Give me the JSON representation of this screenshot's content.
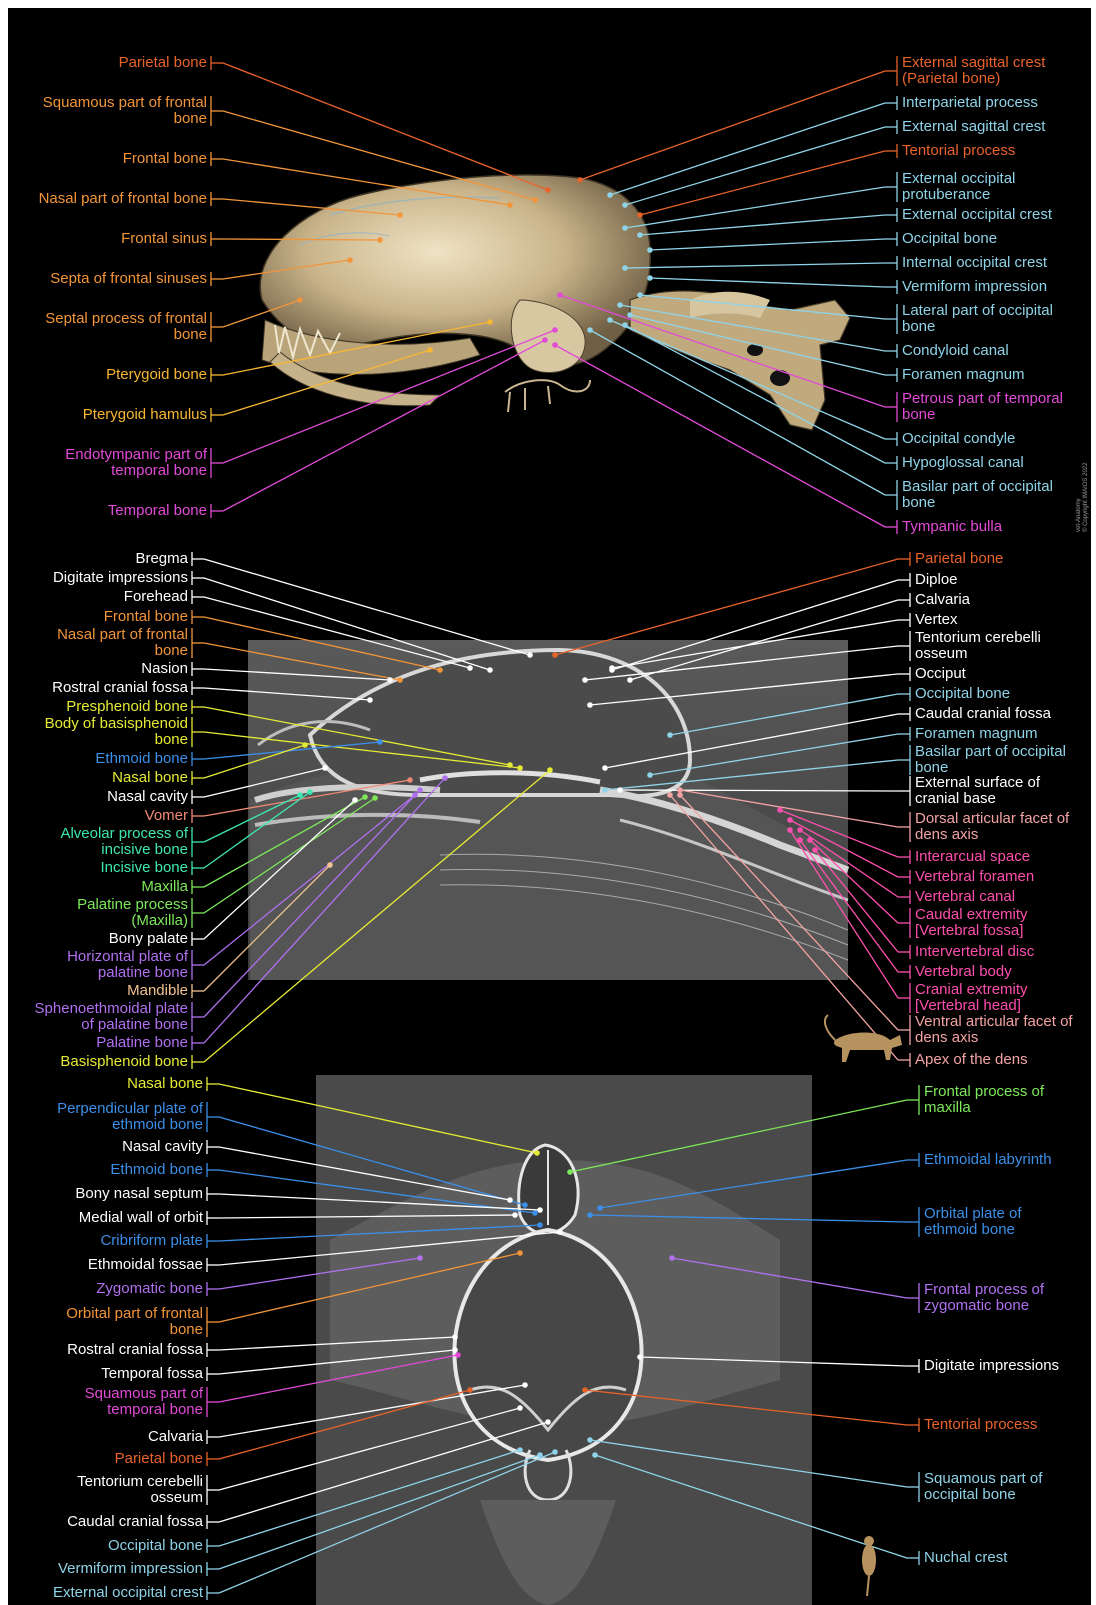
{
  "watermark": "vet-Anatomy\n© Copyright IMAIOS 2022",
  "colors": {
    "orange": "#e8632a",
    "light_orange": "#f2953a",
    "yellow_orange": "#f7b733",
    "light_blue": "#8fd3e8",
    "magenta": "#e24ad8",
    "white": "#ffffff",
    "yellow": "#e5ea34",
    "blue": "#3b8fe8",
    "green": "#7de85a",
    "teal": "#3ee8b0",
    "salmon": "#f08a74",
    "purple": "#b070f0",
    "pink": "#ff4fae",
    "light_pink": "#f3a3a3",
    "peach": "#f2c291"
  },
  "panels": [
    {
      "name": "lateral-3d-skull",
      "left_labels": [
        {
          "text": "Parietal bone",
          "color": "orange"
        },
        {
          "text": "Squamous part of frontal\nbone",
          "color": "light_orange"
        },
        {
          "text": "Frontal bone",
          "color": "light_orange"
        },
        {
          "text": "Nasal part of frontal bone",
          "color": "light_orange"
        },
        {
          "text": "Frontal sinus",
          "color": "light_orange"
        },
        {
          "text": "Septa of frontal sinuses",
          "color": "light_orange"
        },
        {
          "text": "Septal process of frontal\nbone",
          "color": "light_orange"
        },
        {
          "text": "Pterygoid bone",
          "color": "yellow_orange"
        },
        {
          "text": "Pterygoid hamulus",
          "color": "yellow_orange"
        },
        {
          "text": "Endotympanic part of\ntemporal bone",
          "color": "magenta"
        },
        {
          "text": "Temporal bone",
          "color": "magenta"
        }
      ],
      "right_labels": [
        {
          "text": "External sagittal crest\n(Parietal bone)",
          "color": "orange"
        },
        {
          "text": "Interparietal process",
          "color": "light_blue"
        },
        {
          "text": "External sagittal crest",
          "color": "light_blue"
        },
        {
          "text": "Tentorial process",
          "color": "orange"
        },
        {
          "text": "External occipital\nprotuberance",
          "color": "light_blue"
        },
        {
          "text": "External occipital crest",
          "color": "light_blue"
        },
        {
          "text": "Occipital bone",
          "color": "light_blue"
        },
        {
          "text": "Internal occipital crest",
          "color": "light_blue"
        },
        {
          "text": "Vermiform impression",
          "color": "light_blue"
        },
        {
          "text": "Lateral part of occipital\nbone",
          "color": "light_blue"
        },
        {
          "text": "Condyloid canal",
          "color": "light_blue"
        },
        {
          "text": "Foramen magnum",
          "color": "light_blue"
        },
        {
          "text": "Petrous part of temporal\nbone",
          "color": "magenta"
        },
        {
          "text": "Occipital condyle",
          "color": "light_blue"
        },
        {
          "text": "Hypoglossal canal",
          "color": "light_blue"
        },
        {
          "text": "Basilar part of occipital\nbone",
          "color": "light_blue"
        },
        {
          "text": "Tympanic bulla",
          "color": "magenta"
        }
      ]
    },
    {
      "name": "sagittal-ct",
      "left_labels": [
        {
          "text": "Bregma",
          "color": "white"
        },
        {
          "text": "Digitate impressions",
          "color": "white"
        },
        {
          "text": "Forehead",
          "color": "white"
        },
        {
          "text": "Frontal bone",
          "color": "light_orange"
        },
        {
          "text": "Nasal part of frontal\nbone",
          "color": "light_orange"
        },
        {
          "text": "Nasion",
          "color": "white"
        },
        {
          "text": "Rostral cranial fossa",
          "color": "white"
        },
        {
          "text": "Presphenoid bone",
          "color": "yellow"
        },
        {
          "text": "Body of basisphenoid\nbone",
          "color": "yellow"
        },
        {
          "text": "Ethmoid bone",
          "color": "blue"
        },
        {
          "text": "Nasal bone",
          "color": "yellow"
        },
        {
          "text": "Nasal cavity",
          "color": "white"
        },
        {
          "text": "Vomer",
          "color": "salmon"
        },
        {
          "text": "Alveolar process of\nincisive bone",
          "color": "teal"
        },
        {
          "text": "Incisive bone",
          "color": "teal"
        },
        {
          "text": "Maxilla",
          "color": "green"
        },
        {
          "text": "Palatine process\n(Maxilla)",
          "color": "green"
        },
        {
          "text": "Bony palate",
          "color": "white"
        },
        {
          "text": "Horizontal plate of\npalatine bone",
          "color": "purple"
        },
        {
          "text": "Mandible",
          "color": "peach"
        },
        {
          "text": "Sphenoethmoidal plate\nof palatine bone",
          "color": "purple"
        },
        {
          "text": "Palatine bone",
          "color": "purple"
        },
        {
          "text": "Basisphenoid bone",
          "color": "yellow"
        }
      ],
      "right_labels": [
        {
          "text": "Parietal bone",
          "color": "orange"
        },
        {
          "text": "Diploe",
          "color": "white"
        },
        {
          "text": "Calvaria",
          "color": "white"
        },
        {
          "text": "Vertex",
          "color": "white"
        },
        {
          "text": "Tentorium cerebelli\nosseum",
          "color": "white"
        },
        {
          "text": "Occiput",
          "color": "white"
        },
        {
          "text": "Occipital bone",
          "color": "light_blue"
        },
        {
          "text": "Caudal cranial fossa",
          "color": "white"
        },
        {
          "text": "Foramen magnum",
          "color": "light_blue"
        },
        {
          "text": "Basilar part of occipital\nbone",
          "color": "light_blue"
        },
        {
          "text": "External surface of\ncranial base",
          "color": "white"
        },
        {
          "text": "Dorsal articular facet of\ndens axis",
          "color": "light_pink"
        },
        {
          "text": "Interarcual space",
          "color": "pink"
        },
        {
          "text": "Vertebral foramen",
          "color": "pink"
        },
        {
          "text": "Vertebral canal",
          "color": "pink"
        },
        {
          "text": "Caudal extremity\n[Vertebral fossa]",
          "color": "pink"
        },
        {
          "text": "Intervertebral disc",
          "color": "pink"
        },
        {
          "text": "Vertebral body",
          "color": "pink"
        },
        {
          "text": "Cranial extremity\n[Vertebral head]",
          "color": "pink"
        },
        {
          "text": "Ventral articular facet of\ndens axis",
          "color": "light_pink"
        },
        {
          "text": "Apex of the dens",
          "color": "light_pink"
        }
      ]
    },
    {
      "name": "axial-ct",
      "left_labels": [
        {
          "text": "Nasal bone",
          "color": "yellow"
        },
        {
          "text": "Perpendicular plate of\nethmoid bone",
          "color": "blue"
        },
        {
          "text": "Nasal cavity",
          "color": "white"
        },
        {
          "text": "Ethmoid bone",
          "color": "blue"
        },
        {
          "text": "Bony nasal septum",
          "color": "white"
        },
        {
          "text": "Medial wall of orbit",
          "color": "white"
        },
        {
          "text": "Cribriform plate",
          "color": "blue"
        },
        {
          "text": "Ethmoidal fossae",
          "color": "white"
        },
        {
          "text": "Zygomatic bone",
          "color": "purple"
        },
        {
          "text": "Orbital part of frontal\nbone",
          "color": "light_orange"
        },
        {
          "text": "Rostral cranial fossa",
          "color": "white"
        },
        {
          "text": "Temporal fossa",
          "color": "white"
        },
        {
          "text": "Squamous part of\ntemporal bone",
          "color": "magenta"
        },
        {
          "text": "Calvaria",
          "color": "white"
        },
        {
          "text": "Parietal bone",
          "color": "orange"
        },
        {
          "text": "Tentorium cerebelli\nosseum",
          "color": "white"
        },
        {
          "text": "Caudal cranial fossa",
          "color": "white"
        },
        {
          "text": "Occipital bone",
          "color": "light_blue"
        },
        {
          "text": "Vermiform impression",
          "color": "light_blue"
        },
        {
          "text": "External occipital crest",
          "color": "light_blue"
        }
      ],
      "right_labels": [
        {
          "text": "Frontal process of\nmaxilla",
          "color": "green"
        },
        {
          "text": "Ethmoidal labyrinth",
          "color": "blue"
        },
        {
          "text": "Orbital plate of\nethmoid bone",
          "color": "blue"
        },
        {
          "text": "Frontal process of\nzygomatic bone",
          "color": "purple"
        },
        {
          "text": "Digitate impressions",
          "color": "white"
        },
        {
          "text": "Tentorial process",
          "color": "orange"
        },
        {
          "text": "Squamous part of\noccipital bone",
          "color": "light_blue"
        },
        {
          "text": "Nuchal crest",
          "color": "light_blue"
        }
      ]
    }
  ]
}
